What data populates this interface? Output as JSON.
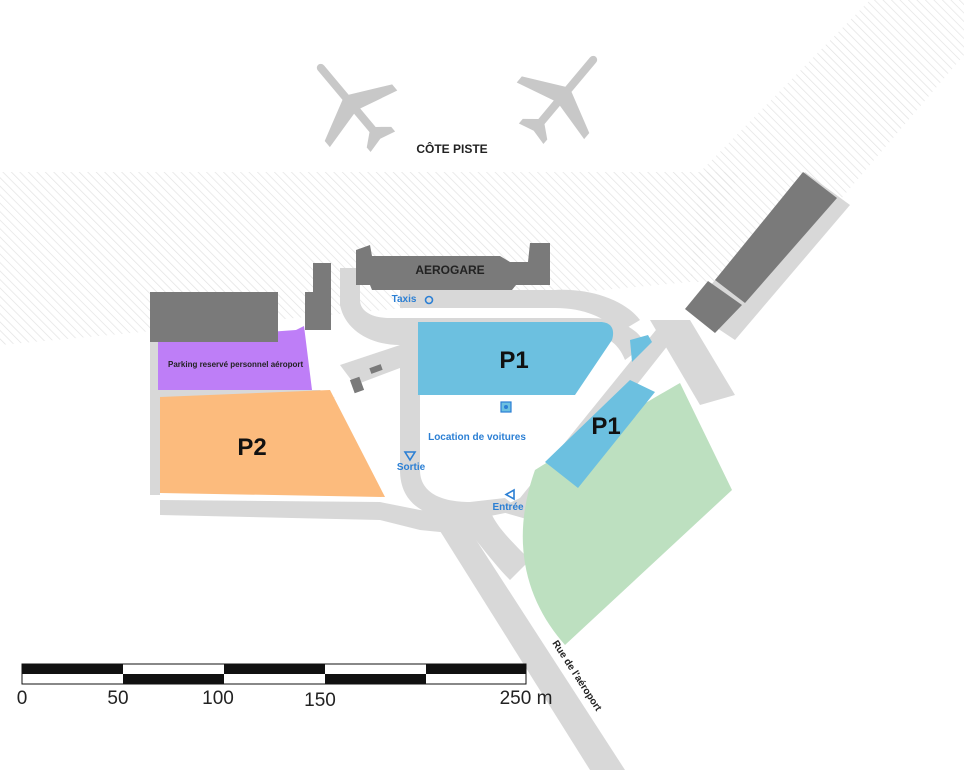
{
  "colors": {
    "road": "#d8d8d8",
    "building": "#7a7a7a",
    "p1": "#6cc0e0",
    "p2": "#fcbb7d",
    "staff": "#be7ef7",
    "green": "#bde0c0",
    "blue_text": "#2b7fd4",
    "hatch": "#e2e2e2"
  },
  "labels": {
    "airside": "CÔTE PISTE",
    "terminal": "AEROGARE",
    "taxis": "Taxis",
    "p1_main": "P1",
    "p1_secondary": "P1",
    "p2": "P2",
    "staff_parking": "Parking reservé personnel aéroport",
    "car_rental": "Location de voitures",
    "exit": "Sortie",
    "entrance": "Entrée",
    "street": "Rue de l'aéroport"
  },
  "icons": {
    "aircraft": "airplane-icon",
    "taxi": "taxi-stand-icon",
    "car_rental": "car-rental-icon",
    "exit": "exit-arrow-icon",
    "entrance": "entrance-arrow-icon"
  },
  "scale_bar": {
    "ticks": [
      "0",
      "50",
      "100",
      "150",
      "250 m"
    ]
  }
}
